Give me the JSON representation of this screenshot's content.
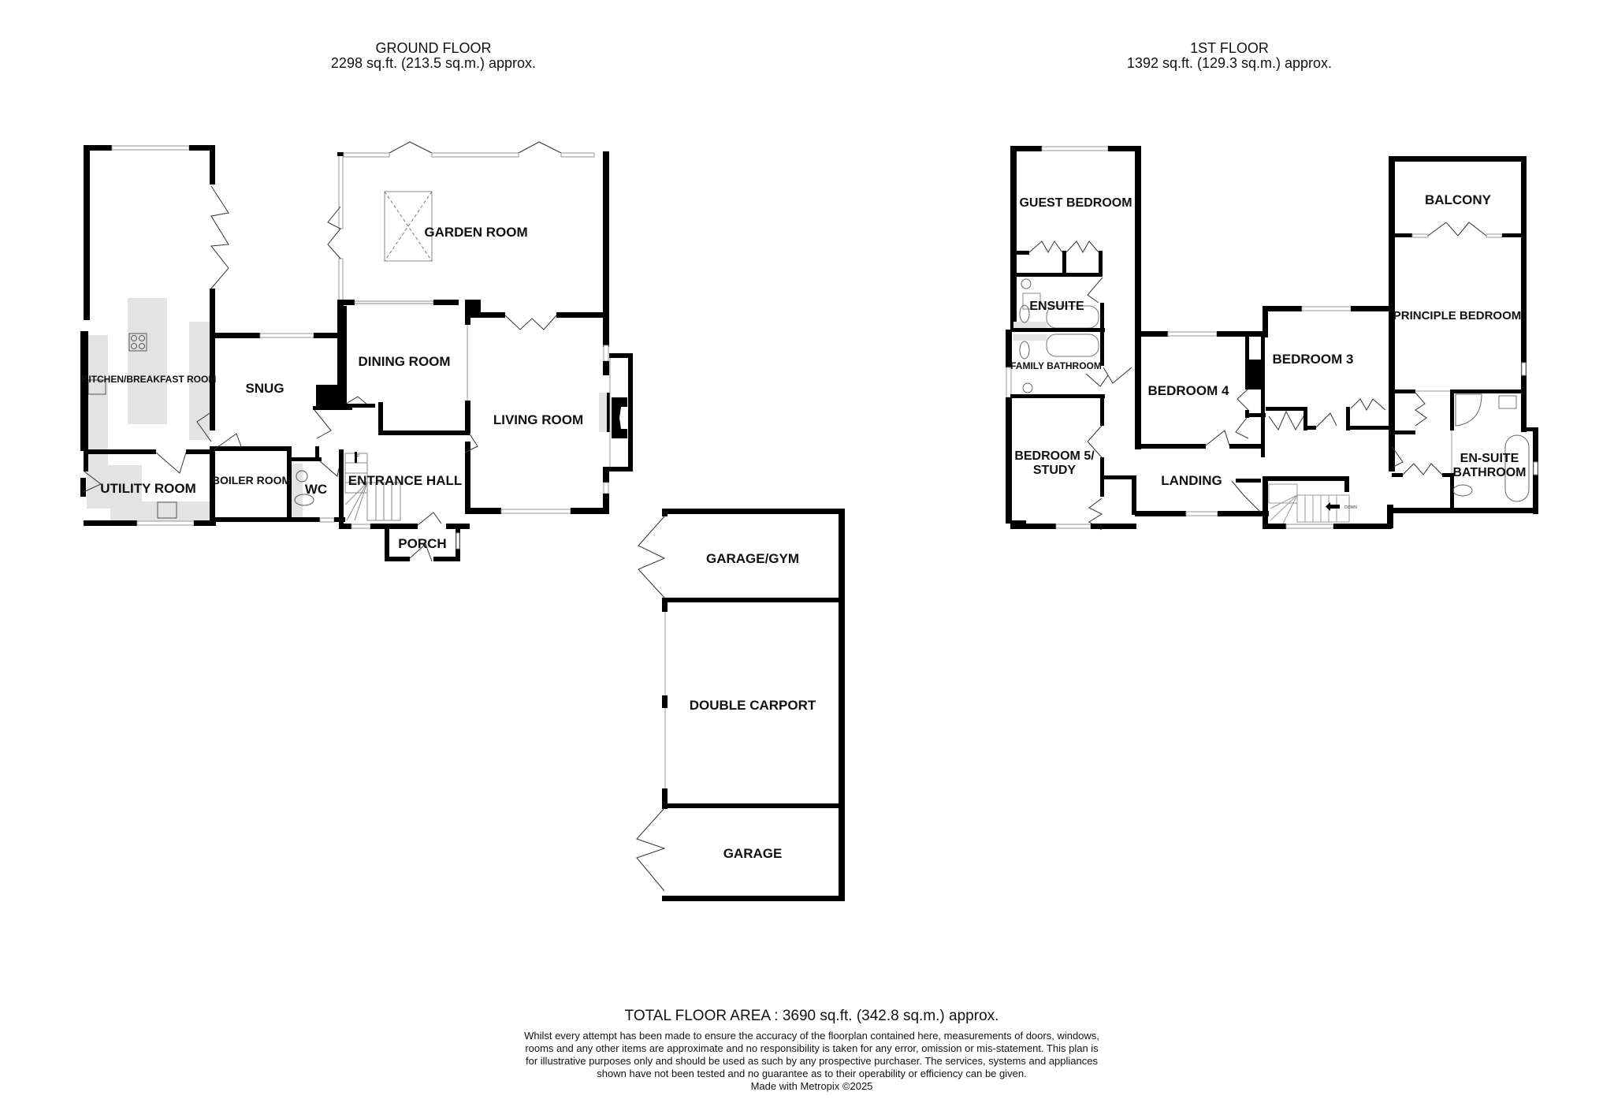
{
  "ground_floor": {
    "title": "GROUND FLOOR",
    "area": "2298 sq.ft. (213.5 sq.m.) approx.",
    "rooms": {
      "kitchen": "KITCHEN/BREAKFAST ROOM",
      "garden_room": "GARDEN ROOM",
      "snug": "SNUG",
      "dining_room": "DINING ROOM",
      "living_room": "LIVING ROOM",
      "utility_room": "UTILITY ROOM",
      "boiler_room": "BOILER ROOM",
      "wc": "WC",
      "entrance_hall": "ENTRANCE HALL",
      "porch": "PORCH",
      "garage_gym": "GARAGE/GYM",
      "double_carport": "DOUBLE CARPORT",
      "garage": "GARAGE"
    },
    "stairs_label": "UP"
  },
  "first_floor": {
    "title": "1ST FLOOR",
    "area": "1392 sq.ft. (129.3 sq.m.) approx.",
    "rooms": {
      "guest_bedroom": "GUEST BEDROOM",
      "ensuite": "ENSUITE",
      "family_bathroom": "FAMILY BATHROOM",
      "bedroom_4": "BEDROOM 4",
      "bedroom_3": "BEDROOM 3",
      "bedroom_5_line1": "BEDROOM 5/",
      "bedroom_5_line2": "STUDY",
      "landing": "LANDING",
      "balcony": "BALCONY",
      "principle_bedroom": "PRINCIPLE BEDROOM",
      "ensuite_bathroom_line1": "EN-SUITE",
      "ensuite_bathroom_line2": "BATHROOM"
    },
    "stairs_label": "DOWN"
  },
  "footer": {
    "total_area": "TOTAL FLOOR AREA : 3690 sq.ft. (342.8 sq.m.) approx.",
    "disclaimer": "Whilst every attempt has been made to ensure the accuracy of the floorplan contained here, measurements of doors, windows, rooms and any other items are approximate and no responsibility is taken for any error, omission or mis-statement. This plan is for illustrative purposes only and should be used as such by any prospective purchaser. The services, systems and appliances shown have not been tested and no guarantee as to their operability or efficiency can be given.",
    "made_with": "Made with Metropix ©2025"
  },
  "colors": {
    "wall": "#000000",
    "fitted_units": "#e3e3e3",
    "window": "#bbbbbb",
    "background": "#ffffff"
  }
}
